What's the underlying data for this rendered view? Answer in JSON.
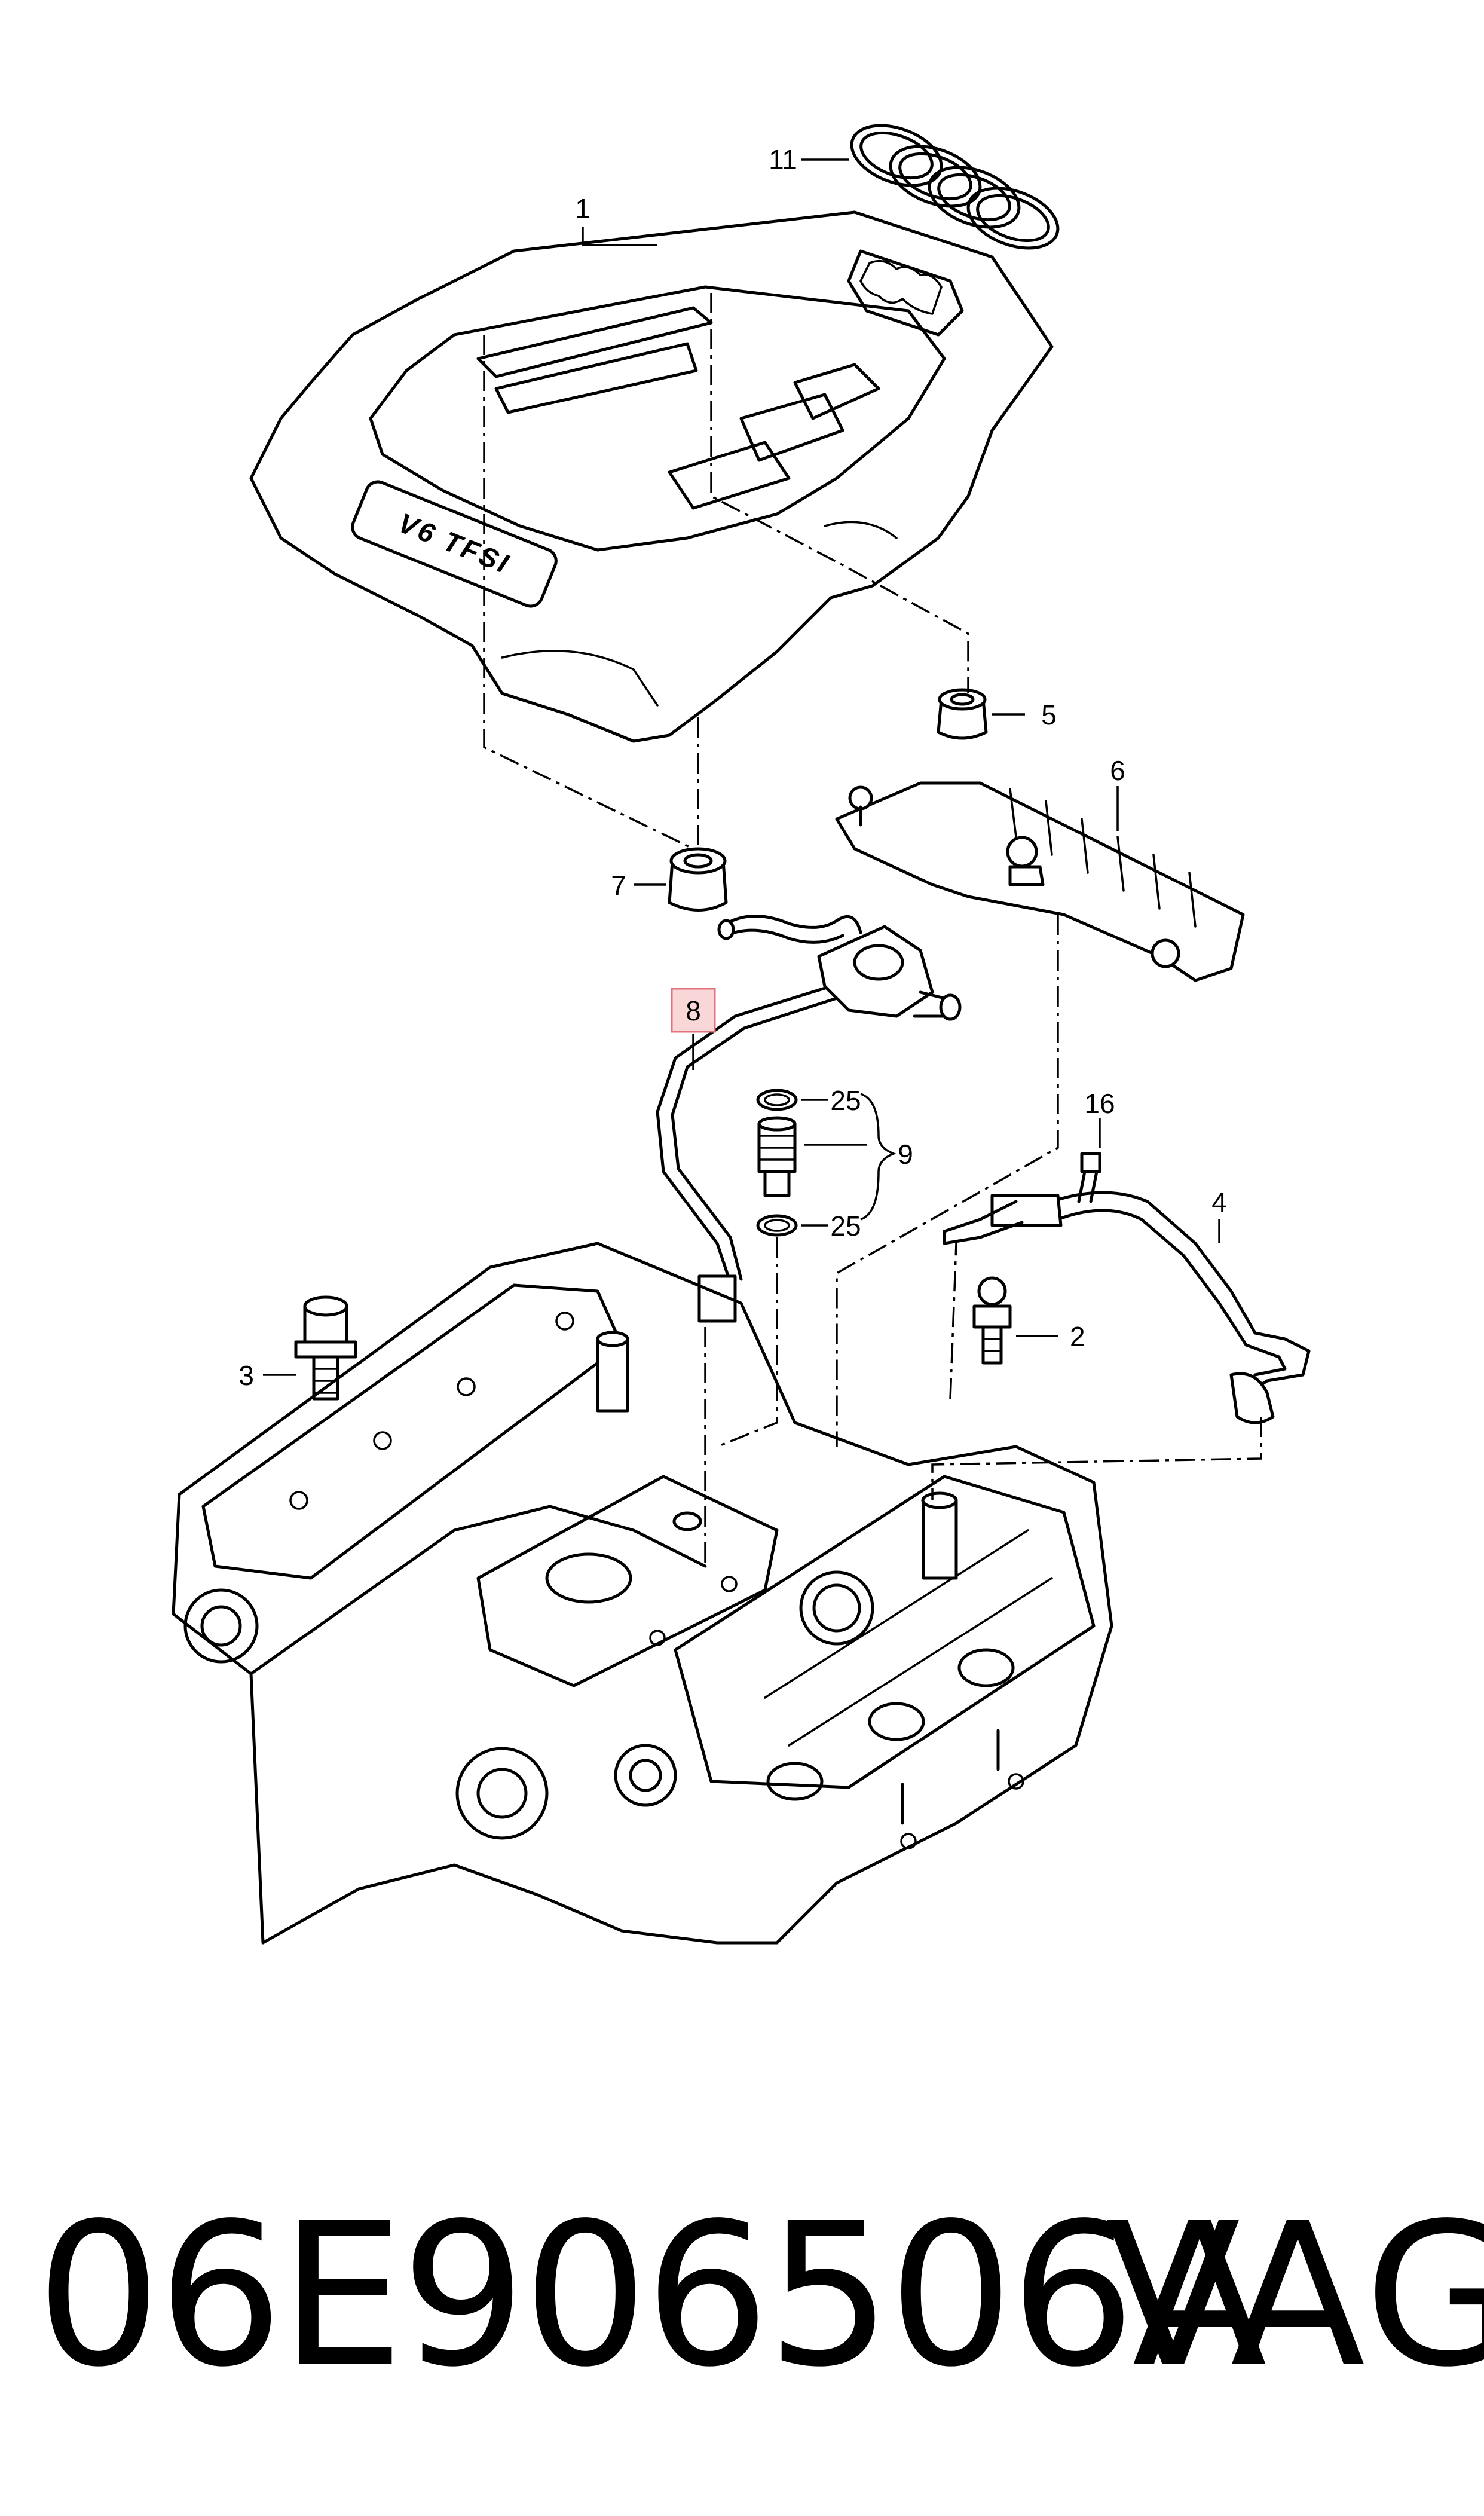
{
  "callouts": {
    "c1": "1",
    "c2": "2",
    "c3": "3",
    "c4": "4",
    "c5": "5",
    "c6": "6",
    "c7": "7",
    "c8": "8",
    "c9": "9",
    "c11": "11",
    "c16": "16",
    "c25a": "25",
    "c25b": "25"
  },
  "cover_badge": "V6 TFSI",
  "highlight_color": "#f9d6d8",
  "footer": {
    "part_number": "06E906506A",
    "brand": "VAG"
  }
}
